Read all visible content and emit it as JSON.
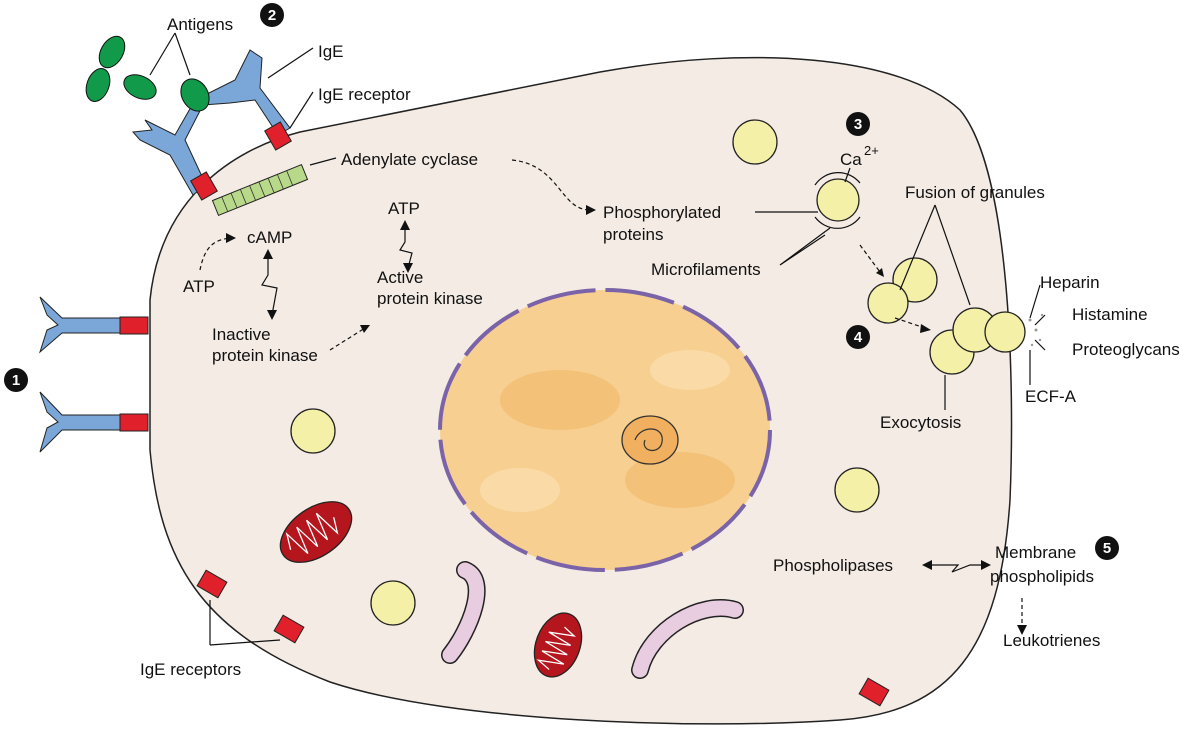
{
  "labels": {
    "antigens": "Antigens",
    "ige": "IgE",
    "ige_receptor": "IgE receptor",
    "adenylate_cyclase": "Adenylate cyclase",
    "atp_left": "ATP",
    "camp": "cAMP",
    "inactive_pk_1": "Inactive",
    "inactive_pk_2": "protein kinase",
    "atp_mid": "ATP",
    "active_pk_1": "Active",
    "active_pk_2": "protein kinase",
    "phos_1": "Phosphorylated",
    "phos_2": "proteins",
    "ca": "Ca",
    "ca_sup": "2+",
    "fusion": "Fusion of granules",
    "microfilaments": "Microfilaments",
    "heparin": "Heparin",
    "histamine": "Histamine",
    "proteoglycans": "Proteoglycans",
    "ecfa": "ECF-A",
    "exocytosis": "Exocytosis",
    "phospholipases": "Phospholipases",
    "membrane_1": "Membrane",
    "membrane_2": "phospholipids",
    "leukotrienes": "Leukotrienes",
    "ige_receptors": "IgE receptors"
  },
  "badges": [
    "1",
    "2",
    "3",
    "4",
    "5"
  ],
  "colors": {
    "cell": "#f3ebe4",
    "ige": "#7aa7d8",
    "receptor": "#e0202a",
    "antigen": "#119a4a",
    "granule": "#f4f0a8",
    "nucleus": "#f7cf90",
    "nuclear_envelope": "#7a63a8",
    "mitochondria": "#b5161e"
  }
}
